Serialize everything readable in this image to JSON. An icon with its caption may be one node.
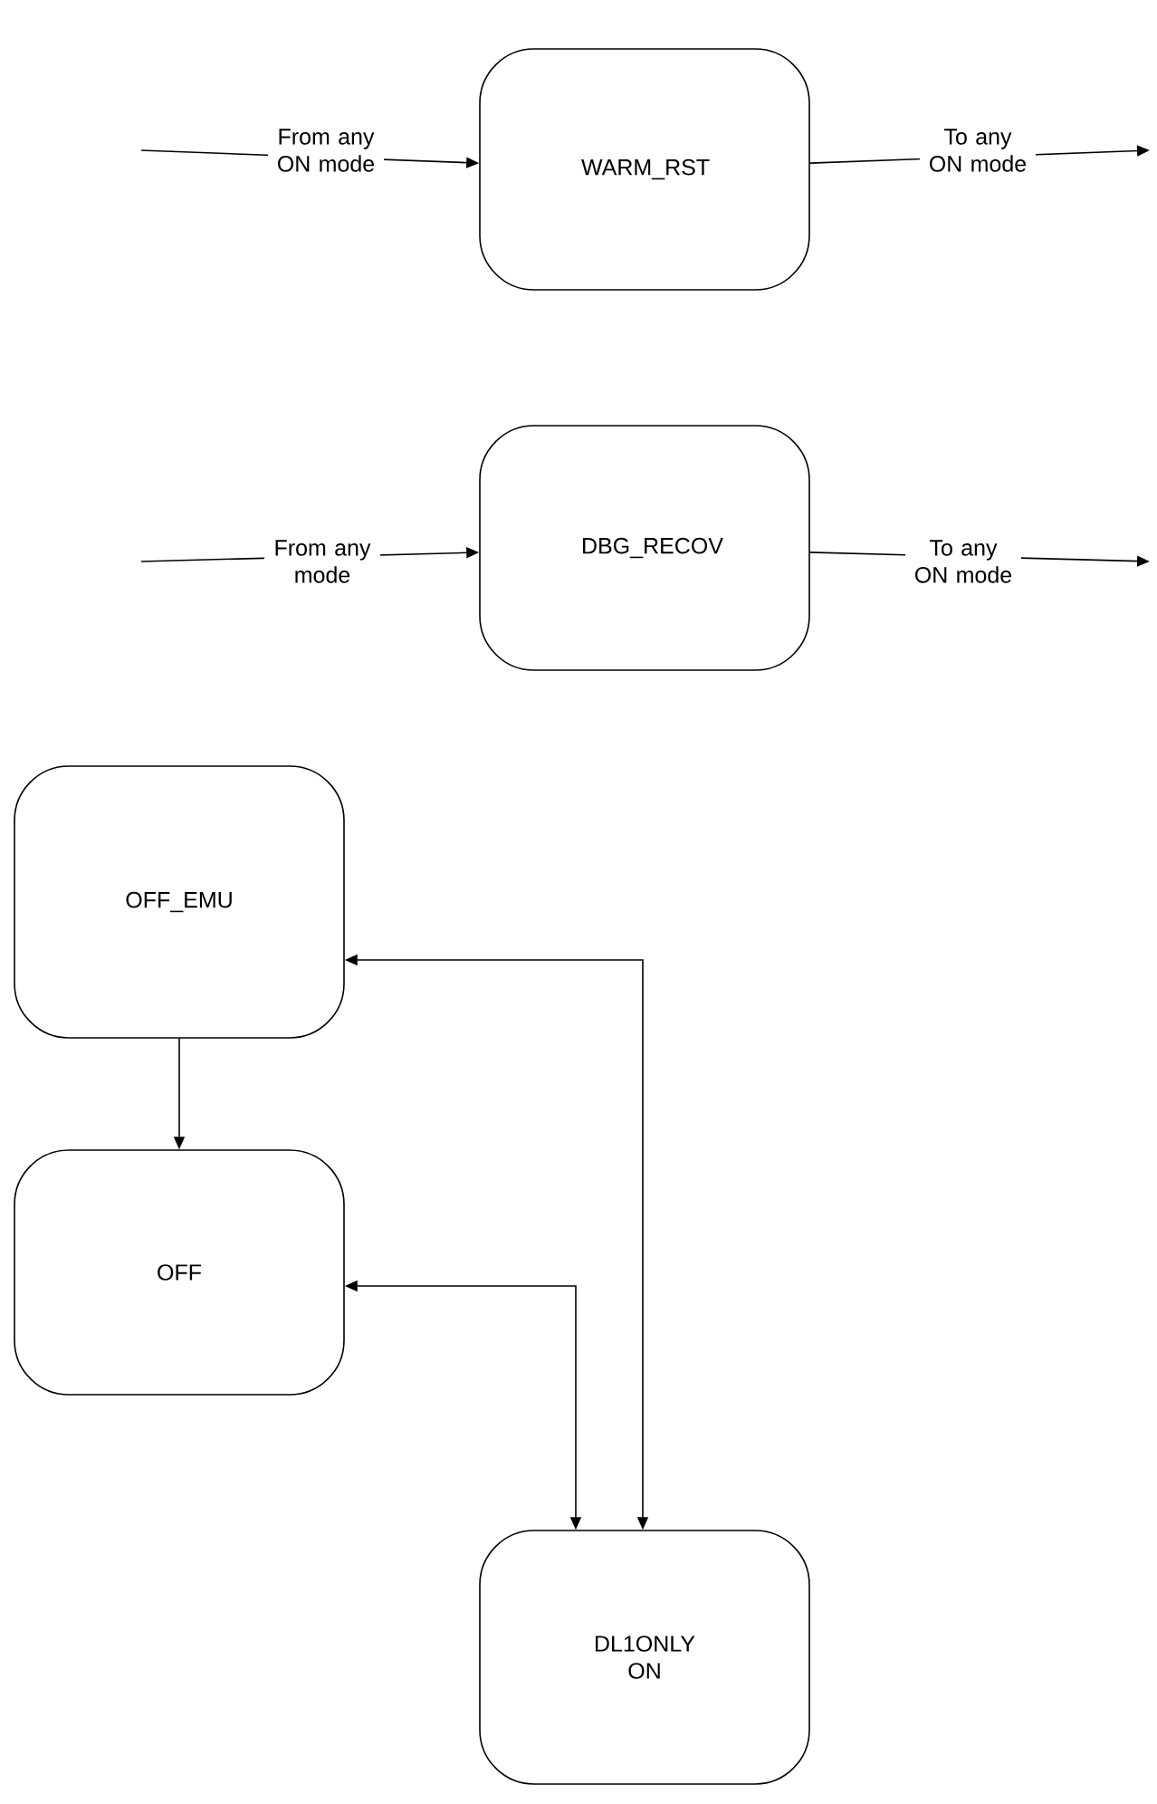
{
  "diagram": {
    "nodes": [
      {
        "text": [
          "WARM_RST"
        ]
      },
      {
        "text": [
          "DBG_RECOV"
        ]
      },
      {
        "text": [
          "OFF_EMU"
        ]
      },
      {
        "text": [
          "OFF"
        ]
      },
      {
        "text": [
          "DL1ONLY ON"
        ]
      }
    ],
    "edges": [
      {
        "from": null,
        "to": 0,
        "arrow": "to",
        "label": "From any ON mode"
      },
      {
        "from": 0,
        "to": null,
        "arrow": "to",
        "label": "To any ON mode"
      },
      {
        "from": null,
        "to": 1,
        "arrow": "to",
        "label": "From any mode"
      },
      {
        "from": 1,
        "to": null,
        "arrow": "to",
        "label": "To any ON mode"
      },
      {
        "from": 2,
        "to": 3,
        "arrow": "to"
      },
      {
        "from": 4,
        "to": 2,
        "arrow": "both"
      },
      {
        "from": 4,
        "to": 3,
        "arrow": "both"
      }
    ]
  }
}
